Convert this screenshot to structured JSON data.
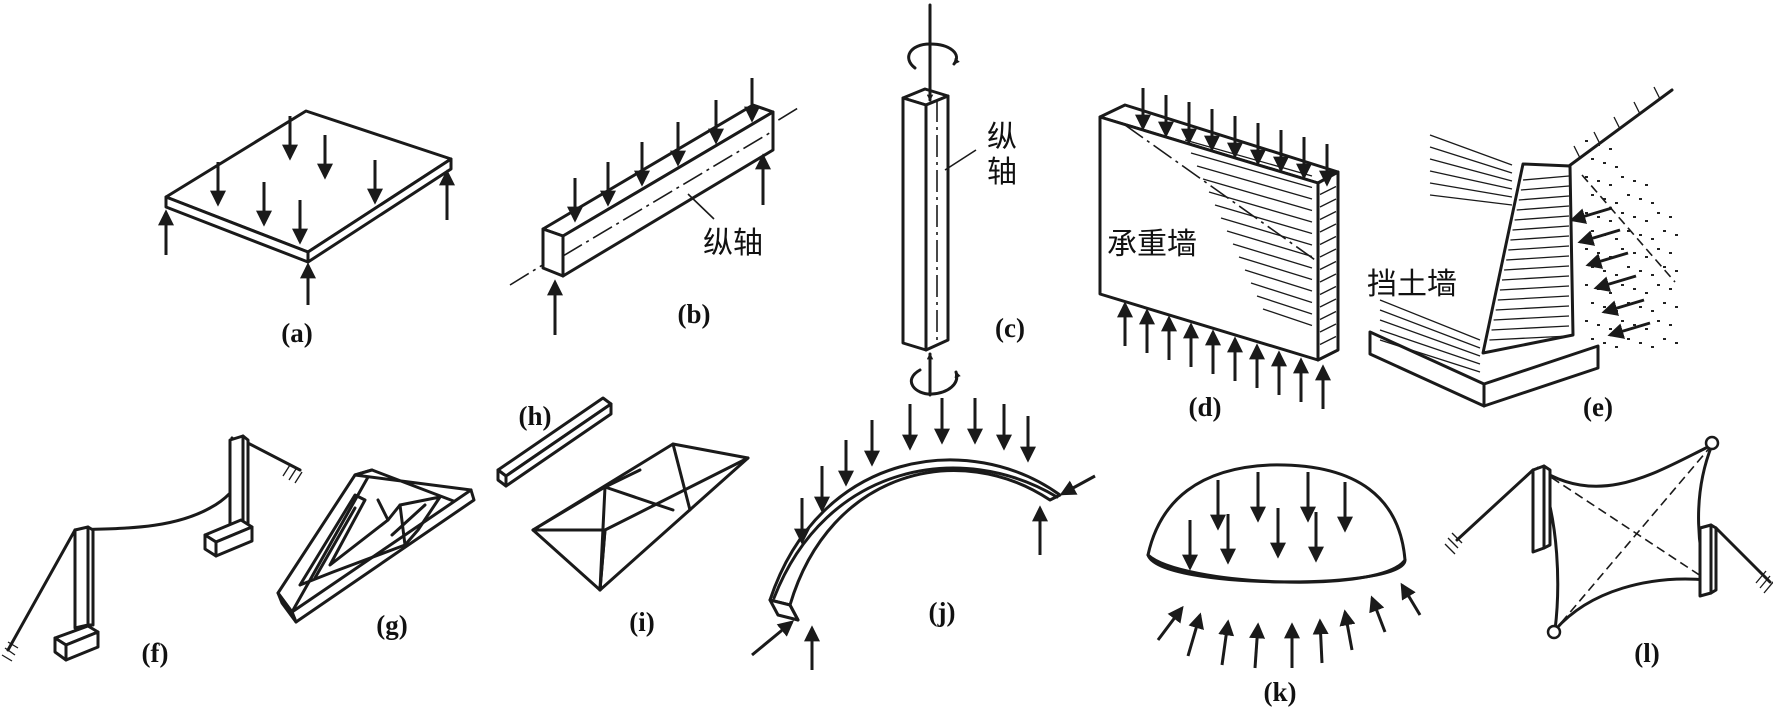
{
  "figures": [
    {
      "id": "a",
      "label": "(a)"
    },
    {
      "id": "b",
      "label": "(b)",
      "axis_label": "纵轴"
    },
    {
      "id": "c",
      "label": "(c)",
      "axis_label_1": "纵",
      "axis_label_2": "轴"
    },
    {
      "id": "d",
      "label": "(d)",
      "wall_label": "承重墙"
    },
    {
      "id": "e",
      "label": "(e)",
      "wall_label": "挡土墙"
    },
    {
      "id": "f",
      "label": "(f)"
    },
    {
      "id": "g",
      "label": "(g)"
    },
    {
      "id": "h",
      "label": "(h)"
    },
    {
      "id": "i",
      "label": "(i)"
    },
    {
      "id": "j",
      "label": "(j)"
    },
    {
      "id": "k",
      "label": "(k)"
    },
    {
      "id": "l",
      "label": "(l)"
    }
  ],
  "icons": {
    "load_arrow": "arrow-down-icon",
    "support_arrow": "arrow-up-icon",
    "moment": "moment-arrow-icon",
    "fixed_support": "ground-hatch-icon"
  },
  "colors": {
    "ink": "#1a1a1a",
    "background": "#ffffff"
  }
}
